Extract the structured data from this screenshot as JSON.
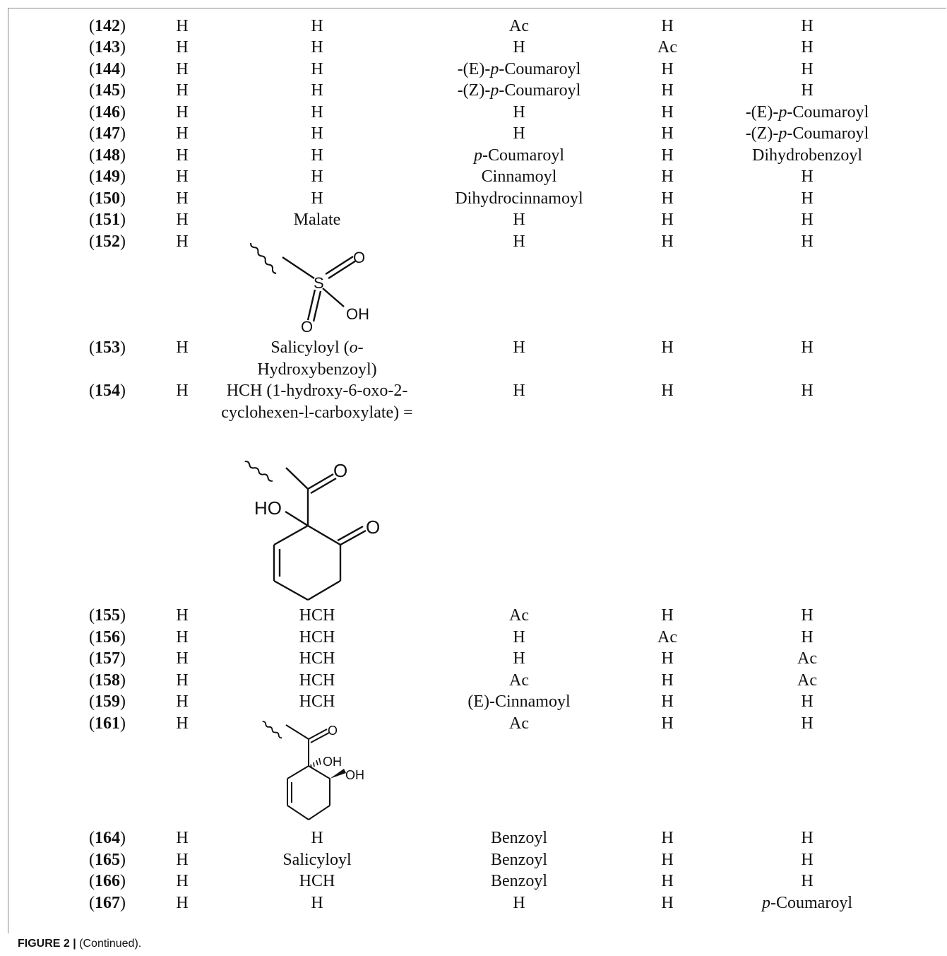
{
  "rows": [
    {
      "id": "142",
      "c1": "H",
      "c2": "H",
      "c3": "Ac",
      "c4": "H",
      "c5": "H"
    },
    {
      "id": "143",
      "c1": "H",
      "c2": "H",
      "c3": "H",
      "c4": "Ac",
      "c5": "H"
    },
    {
      "id": "144",
      "c1": "H",
      "c2": "H",
      "c3": "-(E)-p-Coumaroyl",
      "c4": "H",
      "c5": "H"
    },
    {
      "id": "145",
      "c1": "H",
      "c2": "H",
      "c3": "-(Z)-p-Coumaroyl",
      "c4": "H",
      "c5": "H"
    },
    {
      "id": "146",
      "c1": "H",
      "c2": "H",
      "c3": "H",
      "c4": "H",
      "c5": "-(E)-p-Coumaroyl"
    },
    {
      "id": "147",
      "c1": "H",
      "c2": "H",
      "c3": "H",
      "c4": "H",
      "c5": "-(Z)-p-Coumaroyl"
    },
    {
      "id": "148",
      "c1": "H",
      "c2": "H",
      "c3": "p-Coumaroyl",
      "c4": "H",
      "c5": "Dihydrobenzoyl"
    },
    {
      "id": "149",
      "c1": "H",
      "c2": "H",
      "c3": "Cinnamoyl",
      "c4": "H",
      "c5": "H"
    },
    {
      "id": "150",
      "c1": "H",
      "c2": "H",
      "c3": "Dihydrocinnamoyl",
      "c4": "H",
      "c5": "H"
    },
    {
      "id": "151",
      "c1": "H",
      "c2": "Malate",
      "c3": "H",
      "c4": "H",
      "c5": "H"
    },
    {
      "id": "152",
      "c1": "H",
      "c2": "",
      "c3": "H",
      "c4": "H",
      "c5": "H"
    },
    {
      "id": "153",
      "c1": "H",
      "c2": "Salicyloyl (o-Hydroxybenzoyl)",
      "c3": "H",
      "c4": "H",
      "c5": "H"
    },
    {
      "id": "154",
      "c1": "H",
      "c2": "HCH (1-hydroxy-6-oxo-2-cyclohexen-l-carboxylate) =",
      "c3": "H",
      "c4": "H",
      "c5": "H"
    },
    {
      "id": "155",
      "c1": "H",
      "c2": "HCH",
      "c3": "Ac",
      "c4": "H",
      "c5": "H"
    },
    {
      "id": "156",
      "c1": "H",
      "c2": "HCH",
      "c3": "H",
      "c4": "Ac",
      "c5": "H"
    },
    {
      "id": "157",
      "c1": "H",
      "c2": "HCH",
      "c3": "H",
      "c4": "H",
      "c5": "Ac"
    },
    {
      "id": "158",
      "c1": "H",
      "c2": "HCH",
      "c3": "Ac",
      "c4": "H",
      "c5": "Ac"
    },
    {
      "id": "159",
      "c1": "H",
      "c2": "HCH",
      "c3": "(E)-Cinnamoyl",
      "c4": "H",
      "c5": "H"
    },
    {
      "id": "161",
      "c1": "H",
      "c2": "",
      "c3": "Ac",
      "c4": "H",
      "c5": "H"
    },
    {
      "id": "164",
      "c1": "H",
      "c2": "H",
      "c3": "Benzoyl",
      "c4": "H",
      "c5": "H"
    },
    {
      "id": "165",
      "c1": "H",
      "c2": "Salicyloyl",
      "c3": "Benzoyl",
      "c4": "H",
      "c5": "H"
    },
    {
      "id": "166",
      "c1": "H",
      "c2": "HCH",
      "c3": "Benzoyl",
      "c4": "H",
      "c5": "H"
    },
    {
      "id": "167",
      "c1": "H",
      "c2": "H",
      "c3": "H",
      "c4": "H",
      "c5": "p-Coumaroyl"
    }
  ],
  "structures": {
    "sulfonate": {
      "atom_s": "S",
      "atom_o": "O",
      "atom_oh": "OH"
    },
    "hch": {
      "atom_o": "O",
      "atom_ho": "HO"
    },
    "dihydroxy": {
      "atom_o": "O",
      "atom_oh": "OH"
    }
  },
  "caption": {
    "label": "FIGURE 2 |",
    "text": " (Continued)."
  }
}
